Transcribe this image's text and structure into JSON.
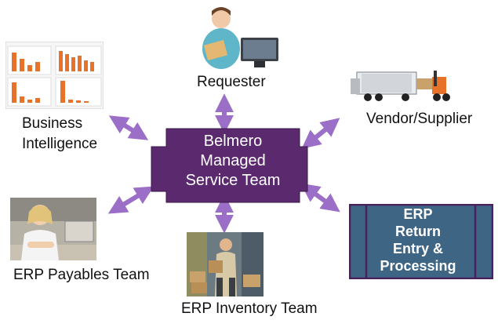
{
  "center": {
    "lines": [
      "Belmero",
      "Managed",
      "Service Team"
    ]
  },
  "nodes": {
    "requester": "Requester",
    "vendor": "Vendor/Supplier",
    "bi_line1": "Business",
    "bi_line2": "Intelligence",
    "payables": "ERP Payables Team",
    "inventory": "ERP Inventory Team"
  },
  "erp_box": {
    "lines": [
      "ERP",
      "Return",
      "Entry &",
      "Processing"
    ]
  },
  "colors": {
    "center_fill": "#5b2a6e",
    "arrow": "#9b6fc7",
    "erp_fill": "#3f6585",
    "erp_border": "#4a1f5e",
    "chart_bar": "#e8722a"
  }
}
